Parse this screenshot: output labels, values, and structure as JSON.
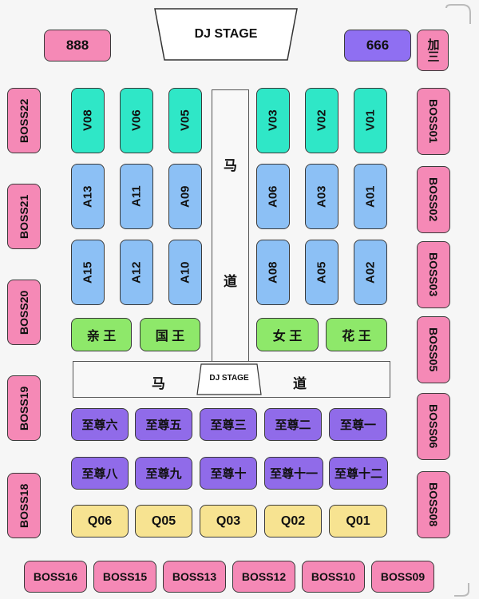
{
  "stage": {
    "label": "DJ STAGE",
    "mini_label": "DJ STAGE"
  },
  "runway": {
    "char1": "马",
    "char2": "道"
  },
  "colors": {
    "pink": "#f589b6",
    "purple": "#8f6ff2",
    "teal": "#2fe7c7",
    "blue": "#8cc0f5",
    "green": "#8ee86a",
    "violet": "#906be9",
    "yellow": "#f7e391"
  },
  "tables": {
    "t888": "888",
    "t666": "666",
    "jiasan": "加三",
    "v08": "V08",
    "v06": "V06",
    "v05": "V05",
    "v03": "V03",
    "v02": "V02",
    "v01": "V01",
    "a13": "A13",
    "a11": "A11",
    "a09": "A09",
    "a06": "A06",
    "a03": "A03",
    "a01": "A01",
    "a15": "A15",
    "a12": "A12",
    "a10": "A10",
    "a08": "A08",
    "a05": "A05",
    "a02": "A02",
    "qinwang": "亲 王",
    "guowang": "国 王",
    "nvwang": "女 王",
    "huawang": "花 王",
    "zz6": "至尊六",
    "zz5": "至尊五",
    "zz3": "至尊三",
    "zz2": "至尊二",
    "zz1": "至尊一",
    "zz8": "至尊八",
    "zz9": "至尊九",
    "zz10": "至尊十",
    "zz11": "至尊十一",
    "zz12": "至尊十二",
    "q06": "Q06",
    "q05": "Q05",
    "q03": "Q03",
    "q02": "Q02",
    "q01": "Q01",
    "boss22": "BOSS22",
    "boss21": "BOSS21",
    "boss20": "BOSS20",
    "boss19": "BOSS19",
    "boss18": "BOSS18",
    "boss01": "BOSS01",
    "boss02": "BOSS02",
    "boss03": "BOSS03",
    "boss05": "BOSS05",
    "boss06": "BOSS06",
    "boss08": "BOSS08",
    "boss16": "BOSS16",
    "boss15": "BOSS15",
    "boss13": "BOSS13",
    "boss12": "BOSS12",
    "boss10": "BOSS10",
    "boss09": "BOSS09"
  }
}
